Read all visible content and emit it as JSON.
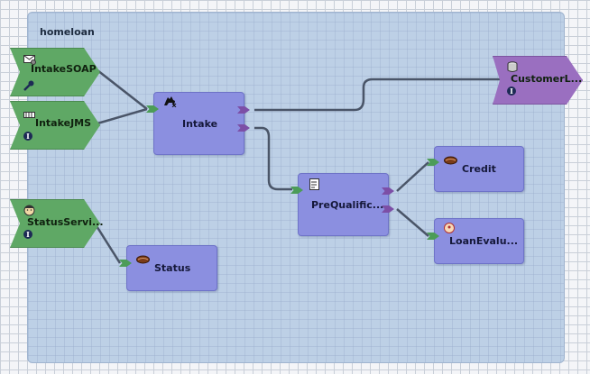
{
  "composite": {
    "title": "homeloan"
  },
  "services": [
    {
      "label": "IntakeSOAP",
      "icon": "envelope-gear-icon"
    },
    {
      "label": "IntakeJMS",
      "icon": "jms-icon"
    },
    {
      "label": "StatusServi...",
      "icon": "user-icon"
    }
  ],
  "reference": {
    "label": "CustomerL...",
    "icon": "database-icon"
  },
  "components": [
    {
      "label": "Intake",
      "icon": "camel-icon"
    },
    {
      "label": "PreQualific...",
      "icon": "document-icon"
    },
    {
      "label": "Credit",
      "icon": "bean-icon"
    },
    {
      "label": "LoanEvalu...",
      "icon": "rules-icon"
    },
    {
      "label": "Status",
      "icon": "bean-icon"
    }
  ],
  "colors": {
    "service": "#5fa865",
    "reference": "#9a6fc0",
    "component": "#8b8fe0",
    "wire": "#4a5568"
  }
}
